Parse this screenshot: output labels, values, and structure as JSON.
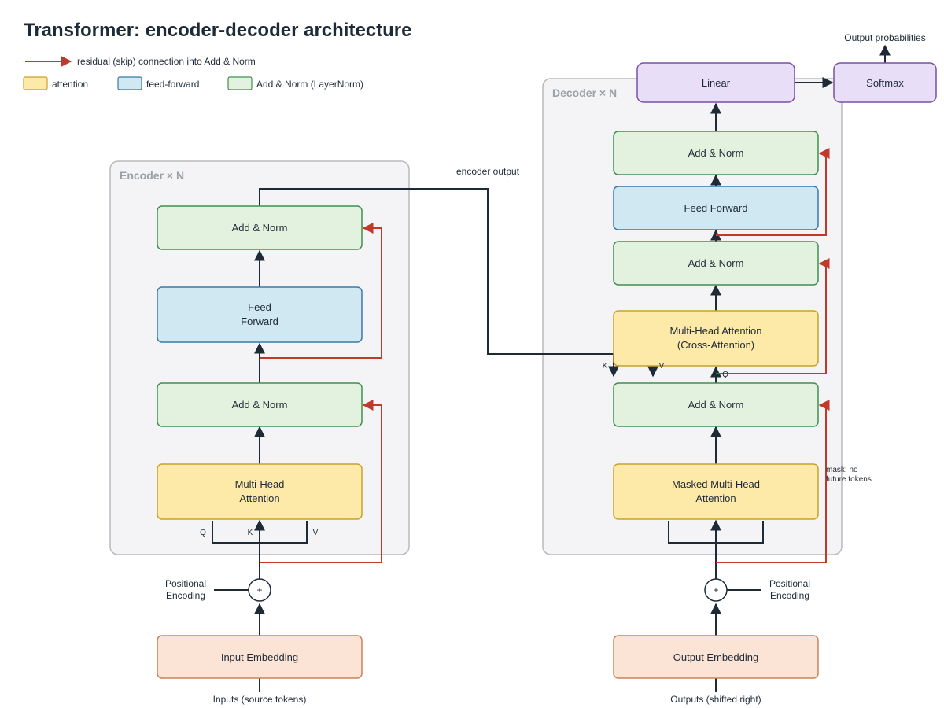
{
  "title": "Transformer: encoder-decoder architecture",
  "legend": {
    "residual": "residual (skip) connection into Add & Norm",
    "attention": "attention",
    "feed_forward": "feed-forward",
    "add_norm": "Add & Norm (LayerNorm)"
  },
  "colors": {
    "attention_fill": "#fde9a8",
    "attention_stroke": "#c9a12b",
    "ff_fill": "#d0e8f2",
    "ff_stroke": "#3b79a5",
    "addnorm_fill": "#e2f2df",
    "addnorm_stroke": "#3f8f4f",
    "embed_fill": "#fbe3d6",
    "embed_stroke": "#c8835a",
    "output_fill": "#e8def7",
    "output_stroke": "#7b4fa8",
    "group_fill": "#f4f4f6",
    "group_stroke": "#b9b9bf",
    "residual": "#c0392b",
    "line": "#1f2a37"
  },
  "encoder": {
    "group_label": "Encoder × N",
    "add_norm_top": "Add & Norm",
    "feed_forward_1": "Feed",
    "feed_forward_2": "Forward",
    "add_norm_bottom": "Add & Norm",
    "mha_1": "Multi-Head",
    "mha_2": "Attention",
    "q": "Q",
    "k": "K",
    "v": "V",
    "pos_enc_1": "Positional",
    "pos_enc_2": "Encoding",
    "plus": "+",
    "embedding": "Input Embedding",
    "inputs": "Inputs (source tokens)"
  },
  "decoder": {
    "group_label": "Decoder × N",
    "add_norm_top": "Add & Norm",
    "feed_forward": "Feed Forward",
    "add_norm_mid": "Add & Norm",
    "cross_1": "Multi-Head Attention",
    "cross_2": "(Cross-Attention)",
    "k": "K",
    "v": "V",
    "q": "Q",
    "add_norm_bottom": "Add & Norm",
    "masked_1": "Masked Multi-Head",
    "masked_2": "Attention",
    "mask_note_1": "mask: no",
    "mask_note_2": "future tokens",
    "pos_enc_1": "Positional",
    "pos_enc_2": "Encoding",
    "plus": "+",
    "embedding": "Output Embedding",
    "outputs": "Outputs (shifted right)"
  },
  "head": {
    "linear": "Linear",
    "softmax": "Softmax",
    "output_probs": "Output probabilities"
  },
  "encoder_output_label": "encoder output"
}
